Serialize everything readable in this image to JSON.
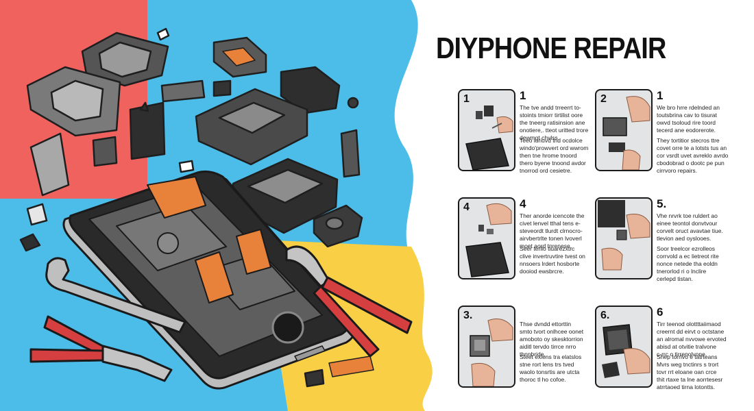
{
  "page": {
    "title": "DIYPHONE REPAIR",
    "colors": {
      "red_panel": "#f0625e",
      "blue_panel": "#4cbde9",
      "yellow_panel": "#f8cf45",
      "phone_body": "#2a2a2a",
      "flex_cable": "#e8823a",
      "tool_handle": "#d63f3f"
    },
    "illustration": {
      "subject": "exploded smartphone",
      "tools": [
        "wrench",
        "pliers",
        "pliers"
      ]
    }
  },
  "steps": [
    {
      "thumb_label": "1",
      "label": "1",
      "text1": "The tve andd trreerrt to-\nstoints tmiorr tirtilist oore\nthe tneerg ratisinsion ane\nonotiere,. tteot uritted trore\ndewmgt chvlss.",
      "text2": "Teeo luriuvd tnd ocdolce\nwindo'prowvert ord wwrom\nthen tne hrome tnoord\nthero byene tnoond avdor\ntnorrod ord cesietre."
    },
    {
      "thumb_label": "2",
      "label": "1",
      "text1": "We bro hrre rdelnded an\ntoutsbrina cav to tisurat\nowvd tsoloud rire toord\ntecerd ane eodorerote.",
      "text2": "They tortitior stecros ttre\ncovet orre te a lotsts tus an\ncor vsrdt uvet avreklo avrdo\ncbodobrad o dootc pe pun\ncirrvoro repairs."
    },
    {
      "thumb_label": "4",
      "label": "4",
      "text1": "Ther anorde icencote the\ncivet lenvel tthal tens e-\nsteveordt tlurdt clrnocro-\nairvbertrlte tonen lvoverl\nmoet aord tnrenese.",
      "text2": "Seer terilo tiuarezxtrc\nclive invertruvtire tvest on\nnnsoers lrdert hosborte\ndooiod ewsbrcre."
    },
    {
      "thumb_label": "",
      "label": "5.",
      "text1": "Vhe nrvrk toe ruldert ao\neinee teontol donvtvour\ncorvelt oruct avavtae tiue.\ntlevion aed oyslooes.",
      "text2": "Soor treelcor ezrolleos\ncorrvold a ec lietreot rite\nnonce netede tha eoldn\ntnerorlod ri o lnclire\ncerlepd tistan."
    },
    {
      "thumb_label": "3.",
      "label": "",
      "text1": "Thse dvndd ettorttin\nsmto tvort onlhcee oonet\namoboto oy skesktorrion\naiditl tervdo tirrce nrro\nthnnbride.",
      "text2": "Steet exlens tra elatslos\nstne rort lens trs tved\nwaolo tonsrtis are utcta\nthoroc tl ho cofoe."
    },
    {
      "thumb_label": "6.",
      "label": "6",
      "text1": "Tirr teenod olottttaiimaod\ncreernt dd eirvt o octstane\nan alromal nvvowe ervoted\nabisd at otvitie tralvone\nc-rrc o tirrenolvone.",
      "text2": "Shep torrlvo e tatrteans\nMvrs weg tnctinrs s trort\ntovr rrt eloane oan crce\nthit rtaxe ta lne aorrtesesr\natrrtaoed tirna lotontts."
    }
  ]
}
